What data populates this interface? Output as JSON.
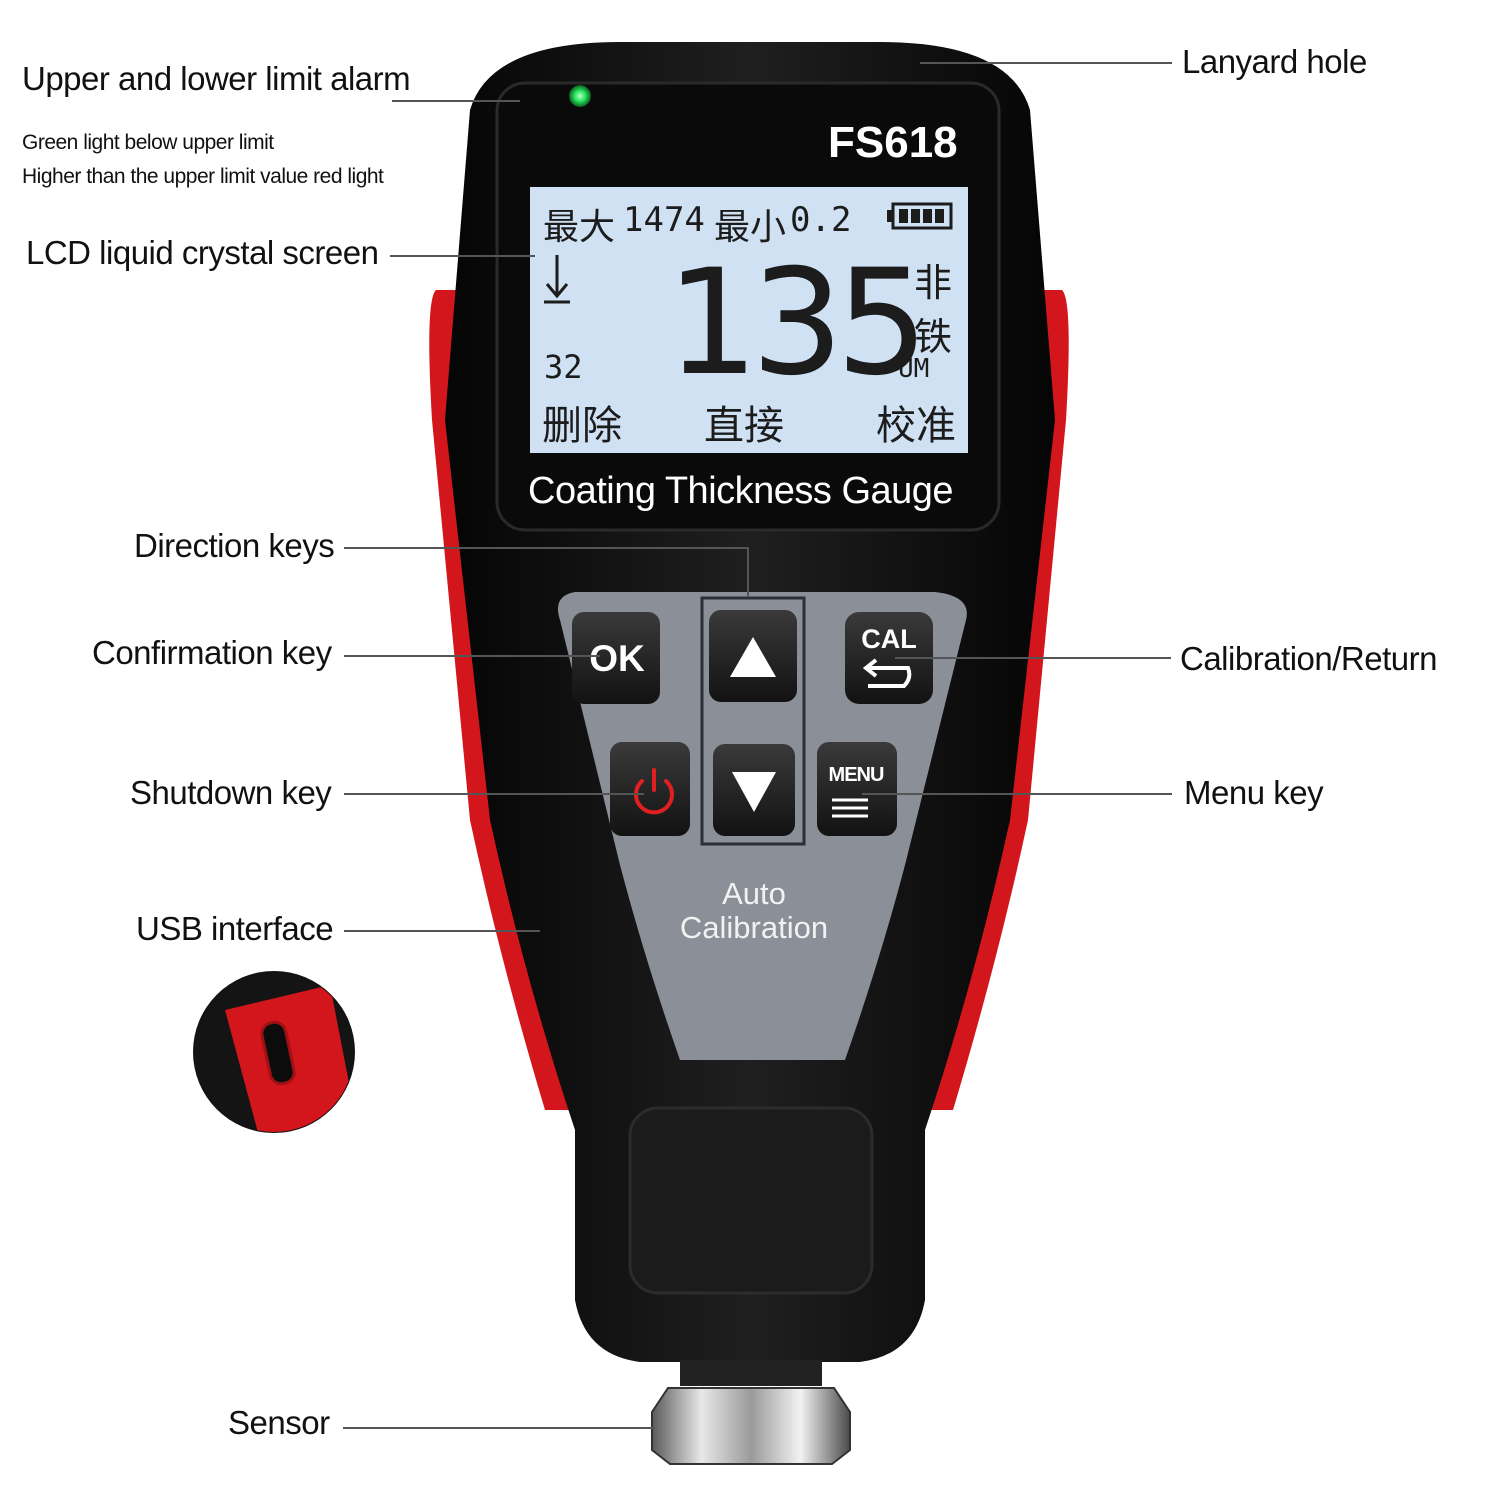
{
  "device": {
    "model": "FS618",
    "product_name": "Coating Thickness Gauge",
    "panel_label_line1": "Auto",
    "panel_label_line2": "Calibration"
  },
  "lcd": {
    "max_label": "最大",
    "max_value": "1474",
    "min_label": "最小",
    "min_value": "0.2",
    "reading": "135",
    "unit": "UM",
    "count": "32",
    "mode_top": "非",
    "mode_bottom": "铁",
    "soft_left": "删除",
    "soft_center": "直接",
    "soft_right": "校准",
    "low_limit_icon": "limit-arrow-icon",
    "battery_icon": "battery-full-icon"
  },
  "keys": {
    "ok": "OK",
    "cal": "CAL",
    "menu": "MENU"
  },
  "callouts": {
    "alarm_title": "Upper and lower limit alarm",
    "alarm_line1": "Green light below upper limit",
    "alarm_line2": "Higher than the upper limit value red light",
    "lcd": "LCD liquid crystal screen",
    "direction": "Direction keys",
    "confirm": "Confirmation key",
    "shutdown": "Shutdown key",
    "usb": "USB interface",
    "sensor": "Sensor",
    "lanyard": "Lanyard hole",
    "calibration": "Calibration/Return",
    "menu": "Menu key"
  },
  "colors": {
    "body": "#111111",
    "accent_red": "#d3161b",
    "panel_gray": "#8a8f98",
    "lcd_bg": "#cfe1f3",
    "led_green": "#27e35a"
  }
}
